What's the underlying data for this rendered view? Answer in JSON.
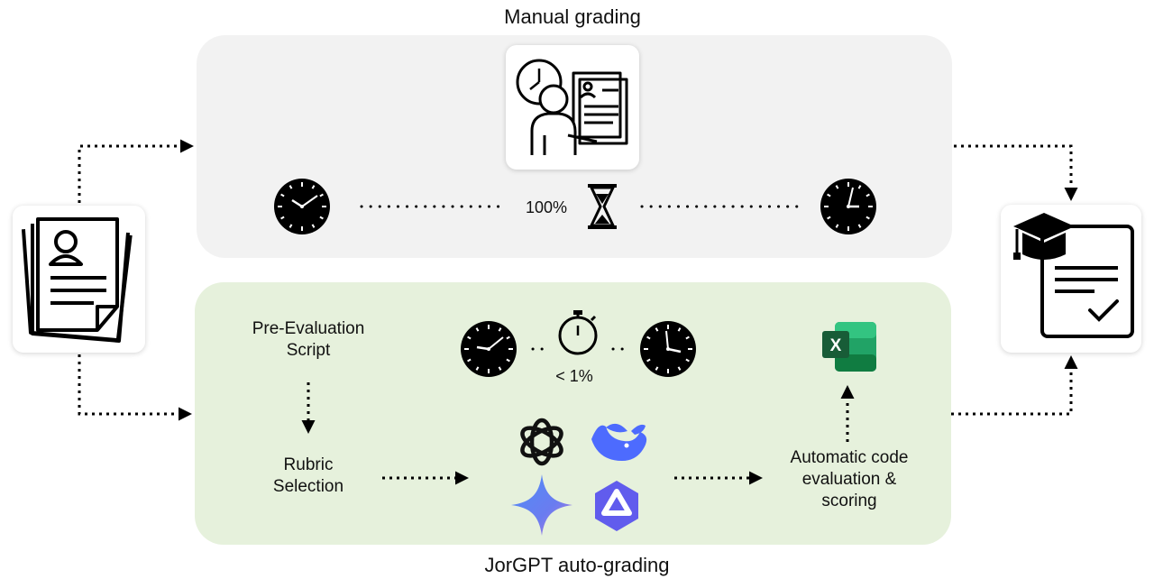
{
  "manual": {
    "title": "Manual grading",
    "time_percent": "100%",
    "icons": [
      "grader-at-desk-icon",
      "clock-start-icon",
      "hourglass-icon",
      "clock-end-icon"
    ]
  },
  "auto": {
    "title": "JorGPT auto-grading",
    "pre_eval": "Pre-Evaluation Script",
    "pre_eval_line1": "Pre-Evaluation",
    "pre_eval_line2": "Script",
    "rubric_line1": "Rubric",
    "rubric_line2": "Selection",
    "time_percent": "< 1%",
    "auto_line1": "Automatic code",
    "auto_line2": "evaluation &",
    "auto_line3": "scoring",
    "icons": [
      "openai-logo-icon",
      "deepseek-whale-icon",
      "gemini-sparkle-icon",
      "qwen-logo-icon",
      "excel-icon",
      "stopwatch-icon"
    ]
  },
  "input": {
    "icon": "student-documents-icon"
  },
  "output": {
    "icon": "graded-certificate-icon"
  },
  "colors": {
    "manual_panel": "#f2f2f2",
    "auto_panel": "#e6f1dc",
    "excel_green": "#1d6f42",
    "deepseek_blue": "#4d6bfe",
    "qwen_purple": "#615ced"
  }
}
